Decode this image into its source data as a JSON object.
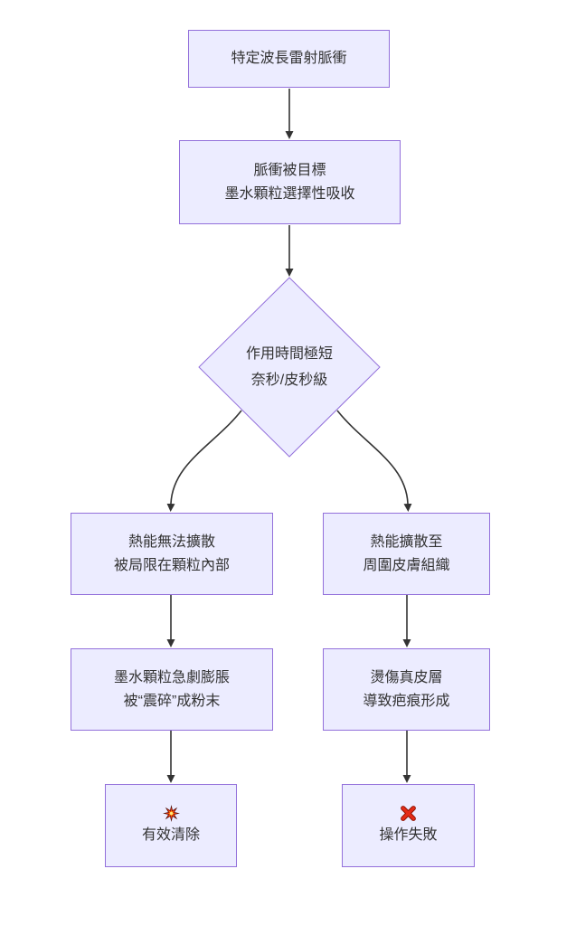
{
  "flowchart": {
    "nodes": {
      "laser_pulse": {
        "line1": "特定波長雷射脈衝"
      },
      "absorption": {
        "line1": "脈衝被目標",
        "line2": "墨水顆粒選擇性吸收"
      },
      "duration_decision": {
        "line1": "作用時間極短",
        "line2": "奈秒/皮秒級"
      },
      "heat_confined": {
        "line1": "熱能無法擴散",
        "line2": "被局限在顆粒內部"
      },
      "heat_spread": {
        "line1": "熱能擴散至",
        "line2": "周圍皮膚組織"
      },
      "particle_shatter": {
        "line1": "墨水顆粒急劇膨脹",
        "line2": "被“震碎”成粉末"
      },
      "dermis_burn": {
        "line1": "燙傷真皮層",
        "line2": "導致疤痕形成"
      },
      "success": {
        "icon": "collision-emoji",
        "line1": "有效清除"
      },
      "failure": {
        "icon": "cross-mark-emoji",
        "line1": "操作失敗"
      }
    },
    "colors": {
      "node_fill": "#ECECFF",
      "node_border": "#9370DB",
      "edge": "#333333",
      "text": "#333333",
      "background": "#FFFFFF",
      "collision_outline": "#4A0D05",
      "collision_red": "#E4290F",
      "collision_orange": "#FF9F00",
      "collision_core": "#FFE97A",
      "cross_outline": "#8C1200",
      "cross_red": "#E42B17"
    }
  }
}
